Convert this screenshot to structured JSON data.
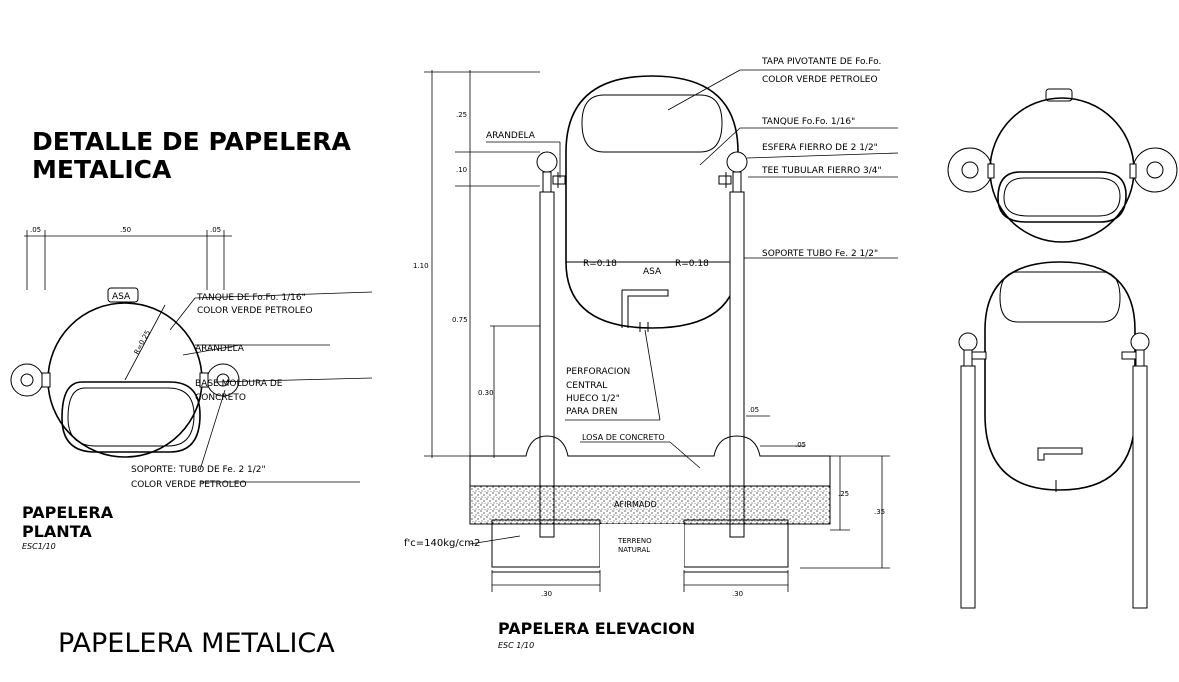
{
  "titles": {
    "main_line1": "DETALLE DE PAPELERA",
    "main_line2": "METALICA",
    "bottom": "PAPELERA METALICA",
    "plan_line1": "PAPELERA",
    "plan_line2": "PLANTA",
    "plan_scale": "ESC1/10",
    "elev": "PAPELERA ELEVACION",
    "elev_scale": "ESC 1/10"
  },
  "plan": {
    "dims": [
      ".05",
      ".50",
      ".05"
    ],
    "radius": "R=0.25",
    "asa": "ASA",
    "notes": {
      "tanque_1": "TANQUE DE Fo.Fo. 1/16\"",
      "tanque_2": "COLOR VERDE PETROLEO",
      "arandela": "ARANDELA",
      "base_1": "BASE MOLDURA DE",
      "base_2": "CONCRETO",
      "soporte_1": "SOPORTE: TUBO DE Fe. 2 1/2\"",
      "soporte_2": "COLOR VERDE PETROLEO"
    }
  },
  "elevation": {
    "vdims": [
      ".25",
      ".10",
      "1.10",
      "0.75",
      "0.30"
    ],
    "right_dims": [
      ".05",
      ".05",
      ".25",
      ".35"
    ],
    "bottom_dims": [
      ".30",
      ".30"
    ],
    "radii": [
      "R=0.18",
      "R=0.18"
    ],
    "asa": "ASA",
    "notes": {
      "tapa_1": "TAPA PIVOTANTE DE Fo.Fo.",
      "tapa_2": "COLOR VERDE PETROLEO",
      "tanque": "TANQUE Fo.Fo. 1/16\"",
      "esfera": "ESFERA FIERRO DE 2 1/2\"",
      "tee": "TEE TUBULAR FIERRO 3/4\"",
      "soporte": "SOPORTE TUBO Fe. 2 1/2\"",
      "arandela": "ARANDELA",
      "perf_1": "PERFORACION",
      "perf_2": "CENTRAL",
      "perf_3": "HUECO 1/2\"",
      "perf_4": "PARA DREN",
      "losa": "LOSA DE CONCRETO",
      "afirmado": "AFIRMADO",
      "terreno_1": "TERRENO",
      "terreno_2": "NATURAL",
      "fc": "f'c=140kg/cm2"
    }
  }
}
